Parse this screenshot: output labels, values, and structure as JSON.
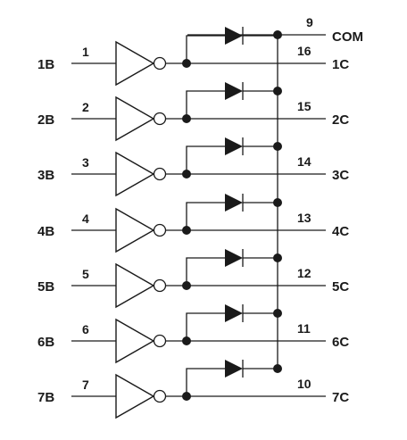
{
  "com": {
    "pin": "9",
    "label": "COM"
  },
  "channels": [
    {
      "input_label": "1B",
      "input_pin": "1",
      "output_pin": "16",
      "output_label": "1C"
    },
    {
      "input_label": "2B",
      "input_pin": "2",
      "output_pin": "15",
      "output_label": "2C"
    },
    {
      "input_label": "3B",
      "input_pin": "3",
      "output_pin": "14",
      "output_label": "3C"
    },
    {
      "input_label": "4B",
      "input_pin": "4",
      "output_pin": "13",
      "output_label": "4C"
    },
    {
      "input_label": "5B",
      "input_pin": "5",
      "output_pin": "12",
      "output_label": "5C"
    },
    {
      "input_label": "6B",
      "input_pin": "6",
      "output_pin": "11",
      "output_label": "6C"
    },
    {
      "input_label": "7B",
      "input_pin": "7",
      "output_pin": "10",
      "output_label": "7C"
    }
  ],
  "colors": {
    "line": "#1a1a1a",
    "background": "#ffffff"
  }
}
